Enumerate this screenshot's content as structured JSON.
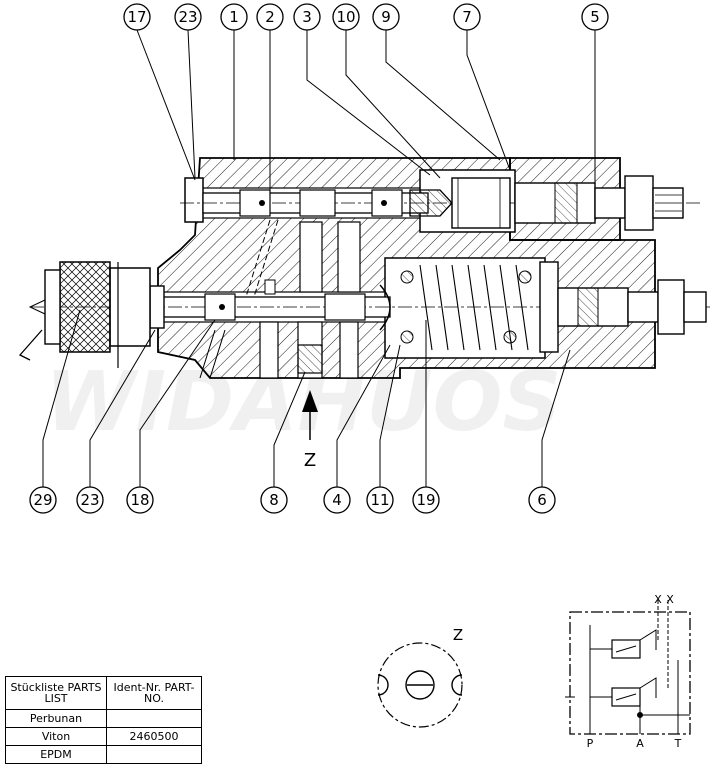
{
  "watermark": "WIDAHUOS",
  "callouts_top": [
    "17",
    "23",
    "1",
    "2",
    "3",
    "10",
    "9",
    "7",
    "5"
  ],
  "callouts_bottom": [
    "29",
    "23",
    "18",
    "8",
    "4",
    "11",
    "19",
    "6"
  ],
  "view_label": "Z",
  "detail_label": "Z",
  "schematic": {
    "port_x1": "X",
    "port_x2": "X",
    "port_p": "P",
    "port_a": "A",
    "port_t": "T"
  },
  "parts_list": {
    "header_col1": "Stückliste PARTS LIST",
    "header_col2": "Ident-Nr. PART-NO.",
    "rows": [
      {
        "material": "Perbunan",
        "part_no": ""
      },
      {
        "material": "Viton",
        "part_no": "2460500"
      },
      {
        "material": "EPDM",
        "part_no": ""
      }
    ]
  }
}
